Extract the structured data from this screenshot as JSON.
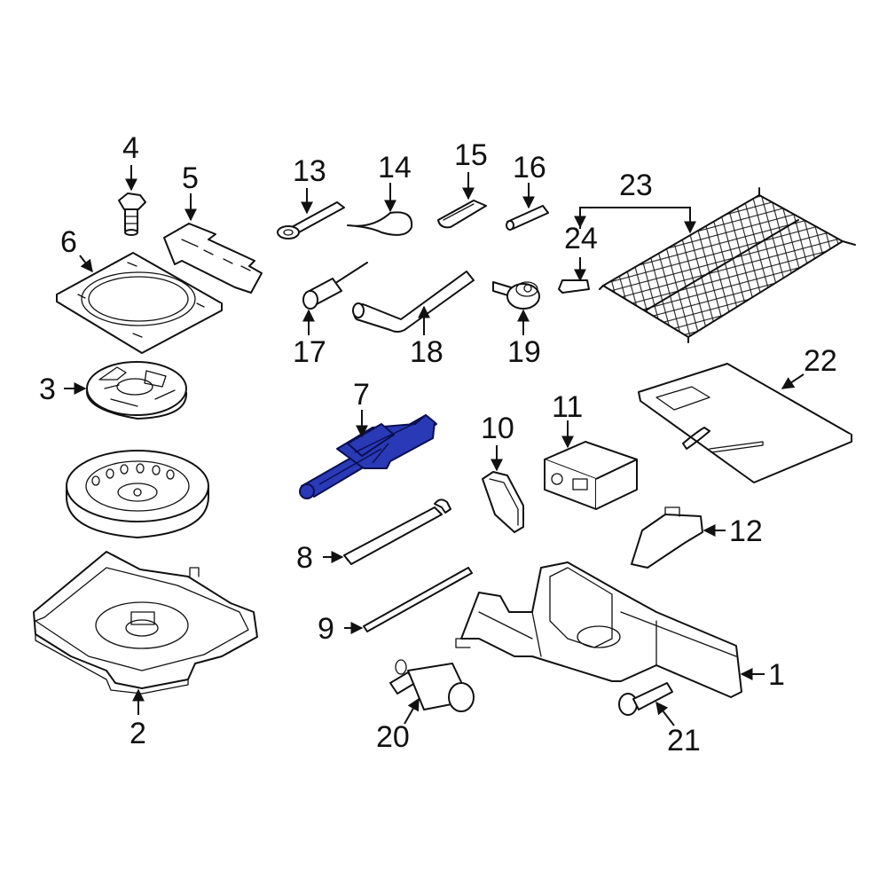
{
  "diagram": {
    "highlight_color": "#2a39b6",
    "highlighted_part": "7",
    "labels": [
      "1",
      "2",
      "3",
      "4",
      "5",
      "6",
      "7",
      "8",
      "9",
      "10",
      "11",
      "12",
      "13",
      "14",
      "15",
      "16",
      "17",
      "18",
      "19",
      "20",
      "21",
      "22",
      "23",
      "24"
    ]
  }
}
